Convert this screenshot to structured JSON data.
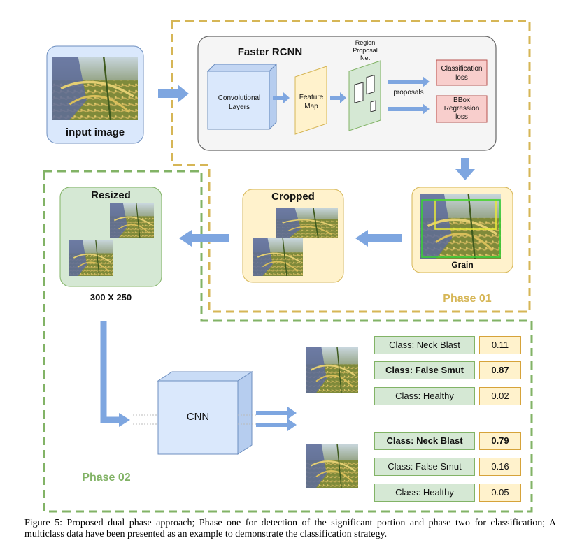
{
  "faster_rcnn": {
    "title": "Faster RCNN",
    "conv_layers": "Convolutional Layers",
    "feature_map": "Feature Map",
    "rpn": "Region Proposal Net",
    "proposals": "proposals",
    "classification_loss": "Classification loss",
    "bbox_loss": "BBox Regression loss"
  },
  "input_image_label": "input image",
  "grain_label": "Grain",
  "cropped_label": "Cropped",
  "resized_label": "Resized",
  "size_label": "300 X 250",
  "phase1_label": "Phase 01",
  "phase2_label": "Phase 02",
  "cnn_label": "CNN",
  "results": [
    {
      "rows": [
        {
          "class": "Class: Neck Blast",
          "score": "0.11",
          "highlight": false
        },
        {
          "class": "Class: False Smut",
          "score": "0.87",
          "highlight": true
        },
        {
          "class": "Class: Healthy",
          "score": "0.02",
          "highlight": false
        }
      ]
    },
    {
      "rows": [
        {
          "class": "Class: Neck Blast",
          "score": "0.79",
          "highlight": true
        },
        {
          "class": "Class: False Smut",
          "score": "0.16",
          "highlight": false
        },
        {
          "class": "Class: Healthy",
          "score": "0.05",
          "highlight": false
        }
      ]
    }
  ],
  "caption": "Figure 5: Proposed dual phase approach; Phase one for detection of the significant portion and phase two for classification; A multiclass data have been presented as an example to demonstrate the classification strategy.",
  "colors": {
    "phase1_border": "#d6b656",
    "phase2_border": "#82b366",
    "arrow": "#7ea6e0",
    "blue_box_fill": "#dae8fc",
    "yellow_fill": "#fff2cc",
    "green_fill": "#d5e8d4",
    "red_fill": "#f8cecc"
  }
}
